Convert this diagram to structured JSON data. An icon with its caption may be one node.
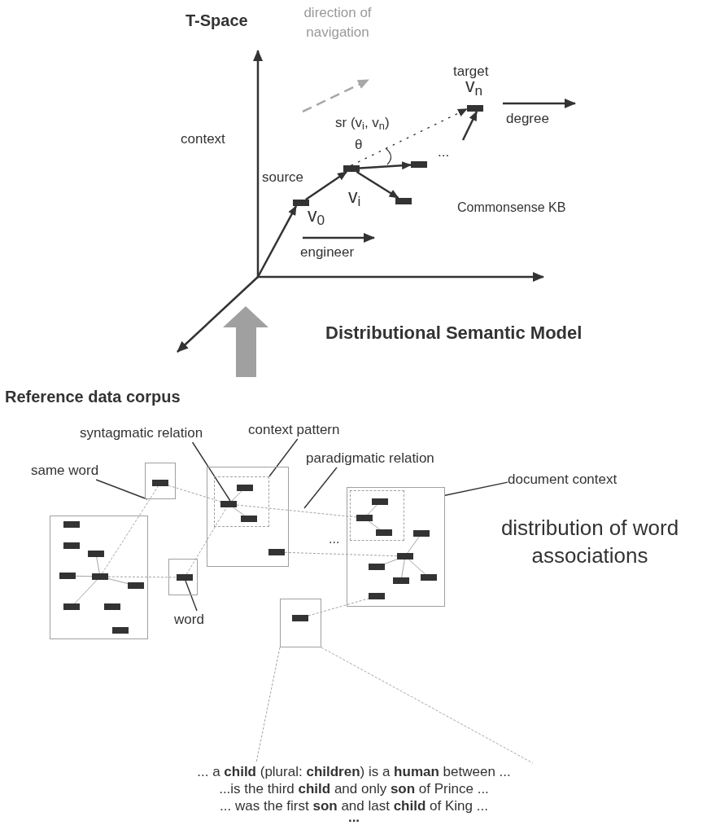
{
  "diagram": {
    "title": "T-Space",
    "nodes": [
      {
        "text": [],
        "shape": "bar",
        "beside": [
          "source",
          "v$_{0}$"
        ]
      },
      {
        "text": [],
        "shape": "bar",
        "beside": [
          "v$_{i}$"
        ]
      },
      {
        "text": [],
        "shape": "bar"
      },
      {
        "text": [],
        "shape": "bar"
      },
      {
        "text": [],
        "shape": "bar",
        "beside": [
          "target",
          "v$_{n}$"
        ]
      },
      {
        "text": [
          "same word"
        ]
      },
      {
        "text": [
          "syntagmatic relation"
        ]
      },
      {
        "text": [
          "context pattern"
        ]
      },
      {
        "text": [
          "paradigmatic relation"
        ]
      },
      {
        "text": [
          "document context"
        ]
      },
      {
        "text": [],
        "shape": "box"
      },
      {
        "text": [],
        "shape": "bar",
        "in": 10
      },
      {
        "text": [],
        "shape": "box"
      },
      {
        "text": [],
        "shape": "bar",
        "in": 12
      },
      {
        "text": [],
        "shape": "bar",
        "in": 12
      },
      {
        "text": [],
        "shape": "bar",
        "in": 12
      },
      {
        "text": [],
        "shape": "bar",
        "in": 12
      },
      {
        "text": [],
        "shape": "bar",
        "in": 12
      },
      {
        "text": [],
        "shape": "bar",
        "in": 12
      },
      {
        "text": [],
        "shape": "bar",
        "in": 12
      },
      {
        "text": [],
        "shape": "bar",
        "in": 12
      },
      {
        "text": [],
        "shape": "bar",
        "in": 12
      },
      {
        "text": [],
        "shape": "box"
      },
      {
        "text": [],
        "shape": "bar",
        "in": 22
      },
      {
        "text": [
          "word"
        ]
      },
      {
        "text": [],
        "shape": "box"
      },
      {
        "text": [],
        "shape": "box",
        "in": 25
      },
      {
        "text": [],
        "shape": "bar",
        "in": 26
      },
      {
        "text": [],
        "shape": "bar",
        "in": 26
      },
      {
        "text": [],
        "shape": "bar",
        "in": 26
      },
      {
        "text": [],
        "shape": "bar",
        "in": 25
      },
      {
        "text": [],
        "shape": "box"
      },
      {
        "text": [],
        "shape": "box",
        "in": 31
      },
      {
        "text": [],
        "shape": "bar",
        "in": 32
      },
      {
        "text": [],
        "shape": "bar",
        "in": 32
      },
      {
        "text": [],
        "shape": "bar",
        "in": 32
      },
      {
        "text": [],
        "shape": "bar",
        "in": 31
      },
      {
        "text": [],
        "shape": "bar",
        "in": 31
      },
      {
        "text": [],
        "shape": "bar",
        "in": 31
      },
      {
        "text": [],
        "shape": "bar",
        "in": 31
      },
      {
        "text": [],
        "shape": "bar",
        "in": 31
      },
      {
        "text": [],
        "shape": "bar",
        "in": 31
      },
      {
        "text": [],
        "shape": "box"
      },
      {
        "text": [],
        "shape": "bar",
        "in": 42
      },
      {
        "text": [
          "... a **child** (plural: **children**) is a **human** between ...",
          "...is the third **child** and only **son** of Prince ...",
          "... was the first **son** and last **child** of King  ...",
          "..."
        ]
      }
    ],
    "edges": [
      {
        "from": null,
        "to": 0,
        "arrow": "to",
        "style": "thick",
        "color": "#333333"
      },
      {
        "from": 0,
        "to": 1,
        "arrow": "to",
        "style": "thick",
        "color": "#333333"
      },
      {
        "from": 1,
        "to": 2,
        "arrow": "to",
        "style": "thick",
        "color": "#333333"
      },
      {
        "from": 1,
        "to": 3,
        "arrow": "to",
        "style": "thick",
        "color": "#333333"
      },
      {
        "from": null,
        "to": 4,
        "arrow": "to",
        "style": "thick",
        "color": "#333333"
      },
      {
        "from": 1,
        "to": 4,
        "arrow": "to",
        "label": "sr (v$_{i}$, v$_{n}$)",
        "style": "dashed",
        "color": "#333333"
      },
      {
        "from": 5,
        "to": 10,
        "arrow": "none",
        "color": "#333333"
      },
      {
        "from": 6,
        "to": 28,
        "arrow": "none",
        "color": "#333333"
      },
      {
        "from": 7,
        "to": 26,
        "arrow": "none",
        "color": "#333333"
      },
      {
        "from": 8,
        "to": null,
        "arrow": "none",
        "color": "#333333"
      },
      {
        "from": 9,
        "to": 31,
        "arrow": "none",
        "color": "#333333"
      },
      {
        "from": 24,
        "to": 23,
        "arrow": "none",
        "color": "#333333"
      },
      {
        "from": 17,
        "to": 15,
        "arrow": "none"
      },
      {
        "from": 17,
        "to": 16,
        "arrow": "none"
      },
      {
        "from": 17,
        "to": 18,
        "arrow": "none"
      },
      {
        "from": 17,
        "to": 19,
        "arrow": "none"
      },
      {
        "from": 28,
        "to": 27,
        "arrow": "none"
      },
      {
        "from": 28,
        "to": 29,
        "arrow": "none"
      },
      {
        "from": 34,
        "to": 33,
        "arrow": "none"
      },
      {
        "from": 34,
        "to": 35,
        "arrow": "none"
      },
      {
        "from": 37,
        "to": 36,
        "arrow": "none"
      },
      {
        "from": 37,
        "to": 38,
        "arrow": "none"
      },
      {
        "from": 37,
        "to": 39,
        "arrow": "none"
      },
      {
        "from": 37,
        "to": 40,
        "arrow": "none"
      },
      {
        "from": 17,
        "to": 11,
        "arrow": "none",
        "style": "dashed"
      },
      {
        "from": 17,
        "to": 23,
        "arrow": "none",
        "style": "dashed"
      },
      {
        "from": 11,
        "to": 28,
        "arrow": "none",
        "style": "dashed"
      },
      {
        "from": 23,
        "to": 28,
        "arrow": "none",
        "style": "dashed"
      },
      {
        "from": 28,
        "to": 34,
        "arrow": "none",
        "style": "dashed"
      },
      {
        "from": 30,
        "to": 37,
        "arrow": "none",
        "style": "dashed"
      },
      {
        "from": 43,
        "to": 41,
        "arrow": "none",
        "style": "dashed"
      },
      {
        "from": 42,
        "to": 44,
        "arrow": "none",
        "style": "dashed"
      },
      {
        "from": 42,
        "to": 44,
        "arrow": "none",
        "style": "dashed"
      }
    ],
    "labels": [
      "direction of navigation",
      "context",
      "degree",
      "θ",
      "...",
      "Commonsense KB",
      "engineer",
      "Distributional Semantic Model",
      "Reference data corpus",
      "...",
      "distribution of word associations"
    ]
  }
}
